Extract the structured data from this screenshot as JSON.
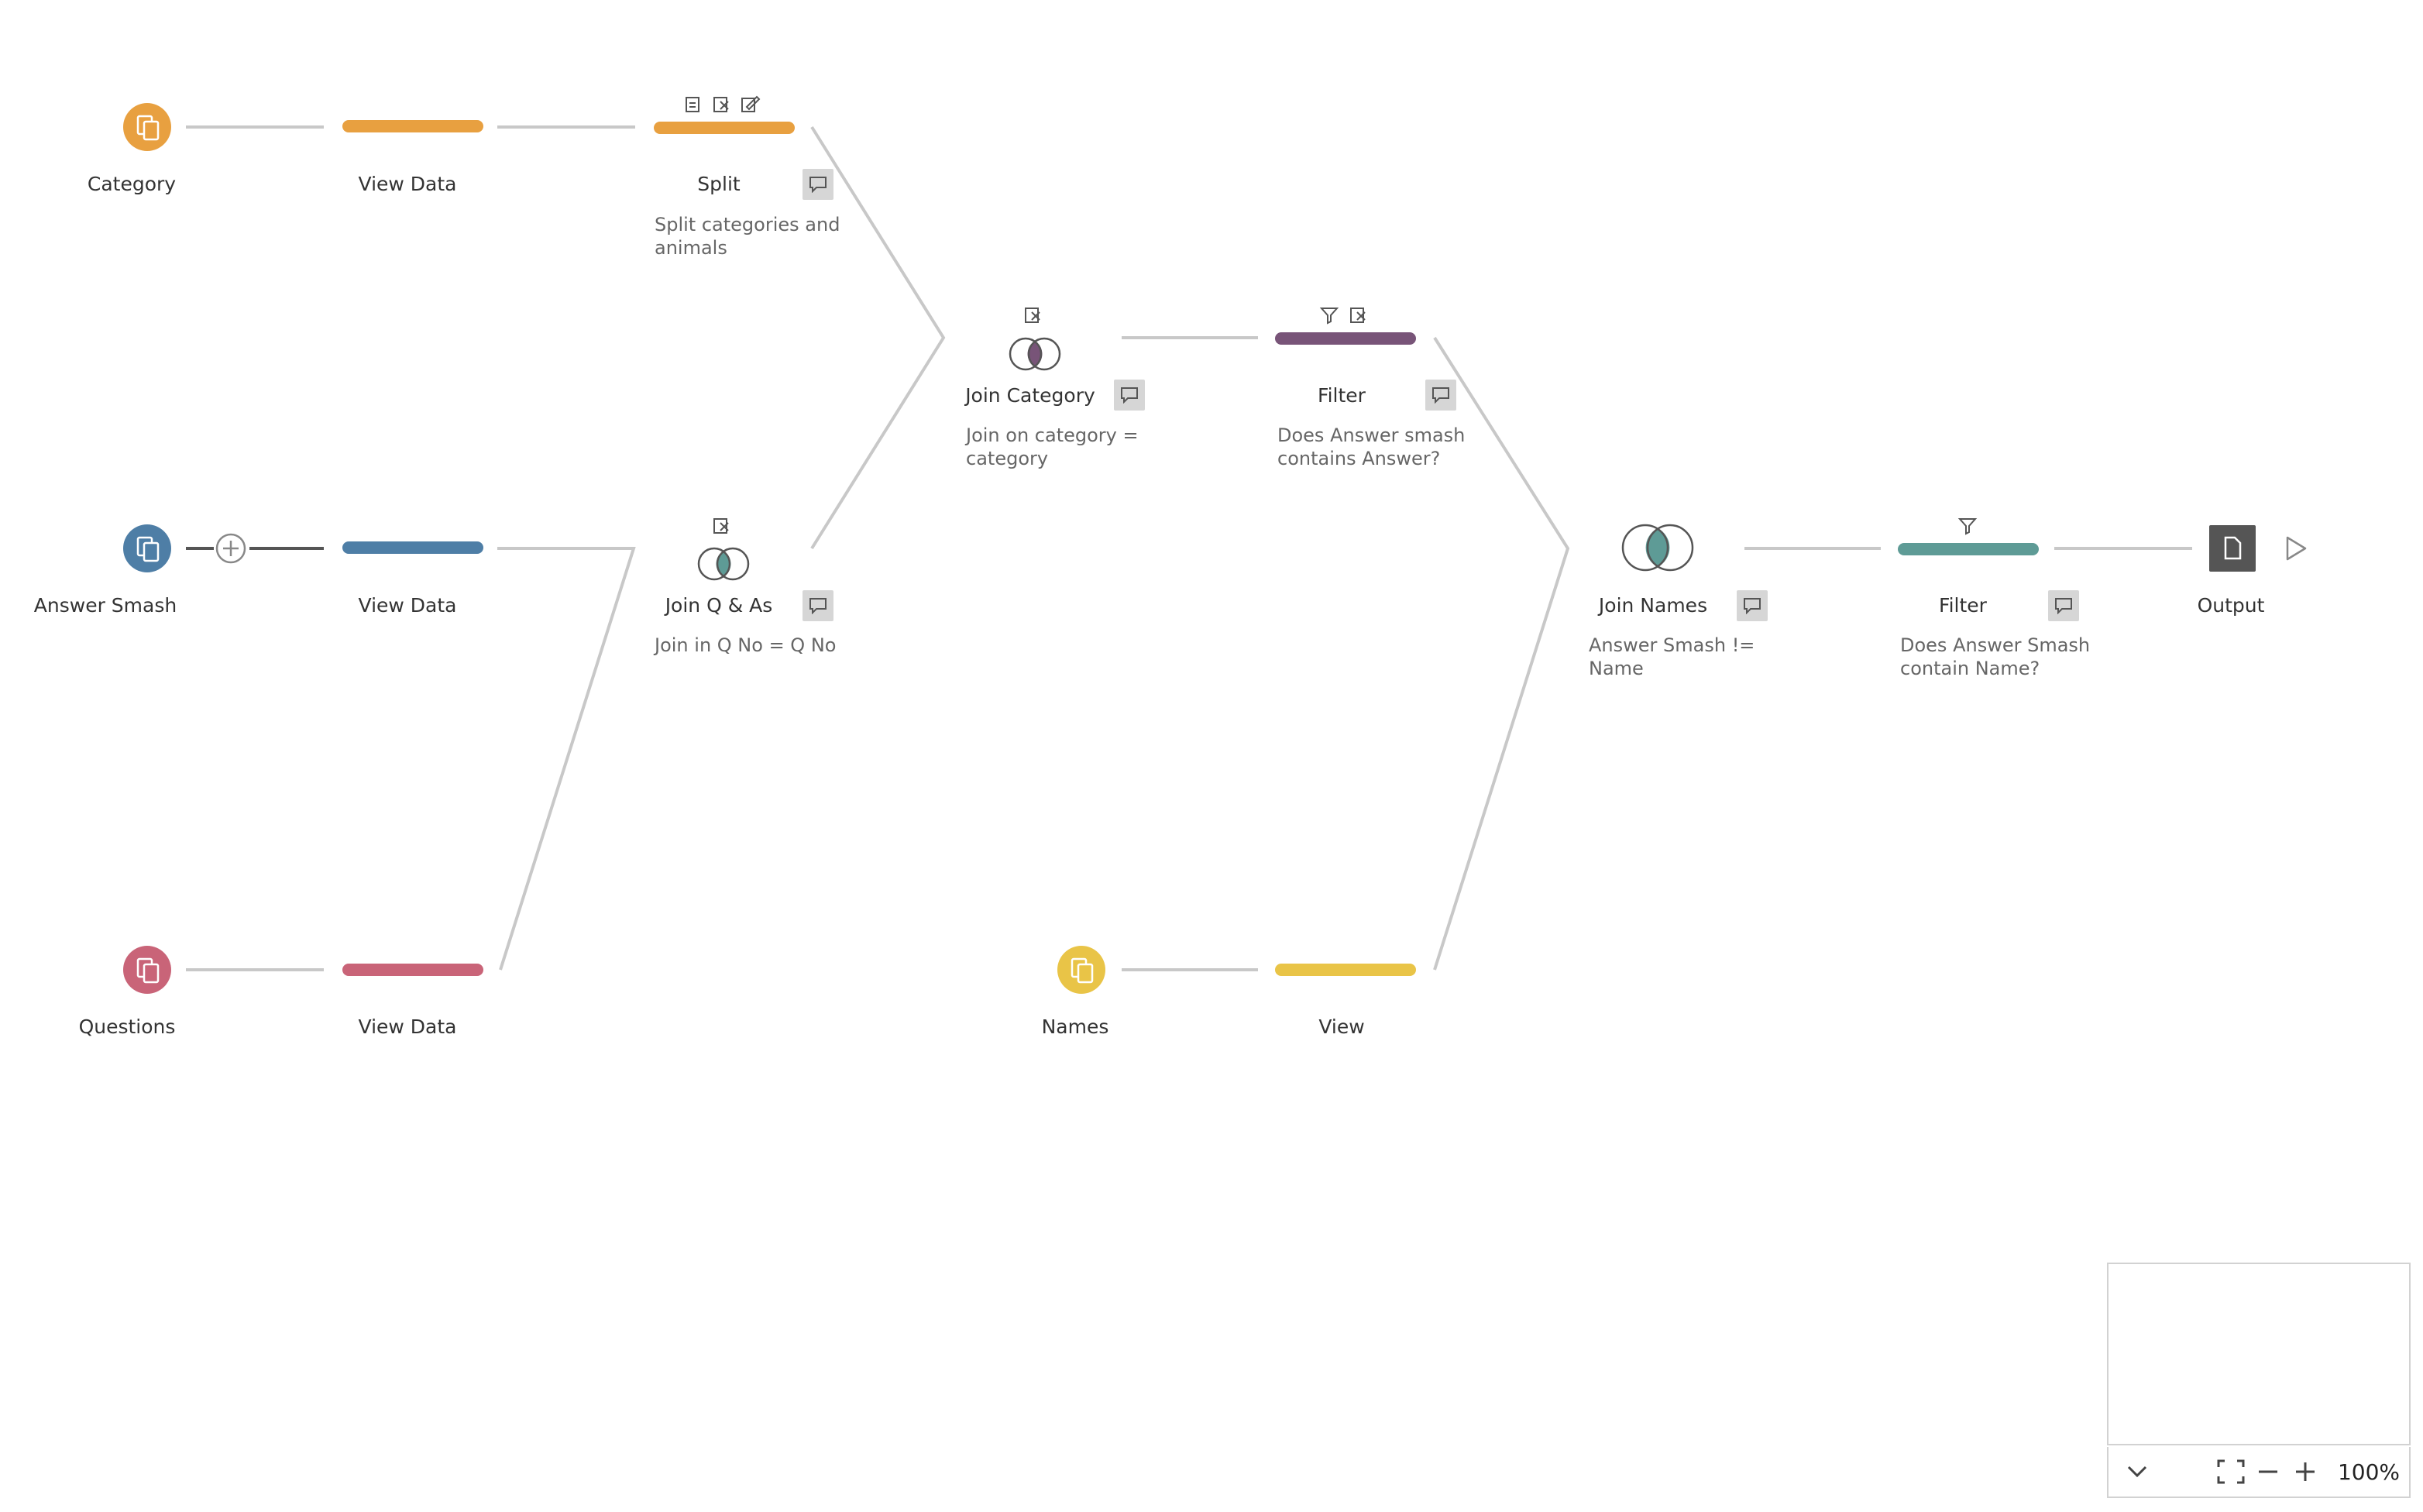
{
  "colors": {
    "connector": "#c8c8c8",
    "connector_dark": "#555555",
    "category": "#e8a040",
    "answer_smash": "#4e7ea6",
    "questions": "#c96478",
    "names": "#e9c447",
    "join_category": "#785478",
    "join_names": "#5e9b96",
    "output": "#555555",
    "comment_bg": "#d6d6d6"
  },
  "nodes": {
    "category": {
      "label": "Category",
      "icon": "input-file-icon"
    },
    "view_data_1": {
      "label": "View Data"
    },
    "split": {
      "label": "Split",
      "description_line1": "Split categories and",
      "description_line2": "animals"
    },
    "join_category": {
      "label": "Join Category",
      "description_line1": "Join on category =",
      "description_line2": "category"
    },
    "filter_1": {
      "label": "Filter",
      "description_line1": "Does Answer smash",
      "description_line2": "contains Answer?"
    },
    "answer_smash": {
      "label": "Answer Smash",
      "icon": "input-file-icon"
    },
    "view_data_2": {
      "label": "View Data"
    },
    "join_qas": {
      "label": "Join Q & As",
      "description": "Join in Q No = Q No"
    },
    "join_names": {
      "label": "Join Names",
      "description_line1": "Answer Smash !=",
      "description_line2": "Name"
    },
    "filter_2": {
      "label": "Filter",
      "description_line1": "Does Answer Smash",
      "description_line2": "contain Name?"
    },
    "output": {
      "label": "Output",
      "icon": "output-file-icon"
    },
    "questions": {
      "label": "Questions",
      "icon": "input-file-icon"
    },
    "view_data_3": {
      "label": "View Data"
    },
    "names": {
      "label": "Names",
      "icon": "input-file-icon"
    },
    "view": {
      "label": "View"
    }
  },
  "minimap": {
    "zoom": "100%",
    "icons": [
      "chevron-down-icon",
      "fit-to-screen-icon",
      "zoom-out-icon",
      "zoom-in-icon"
    ]
  }
}
